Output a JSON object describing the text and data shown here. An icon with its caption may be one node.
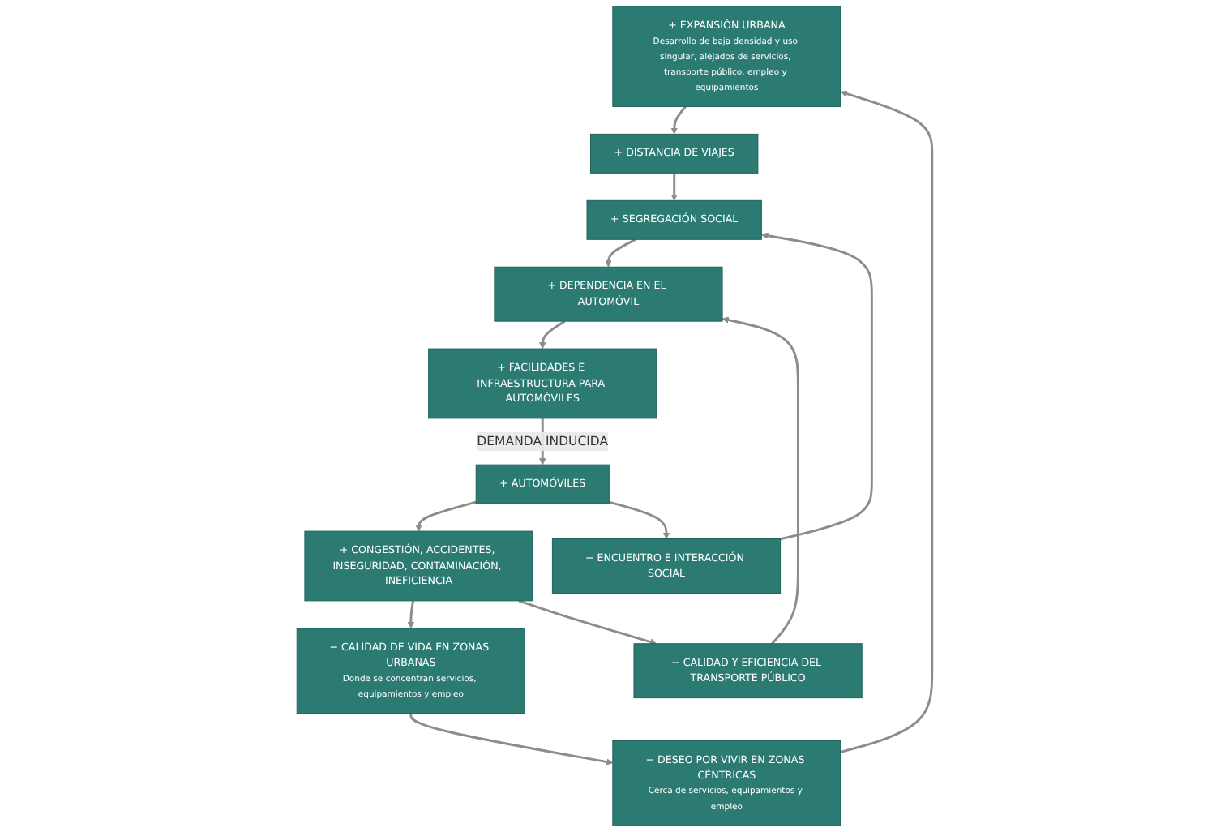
{
  "diagram": {
    "nodes": [
      {
        "text": [
          "+ EXPANSIÓN URBANA",
          "Desarrollo de baja densidad y uso singular, alejados de servicios, transporte público, empleo y equipamientos"
        ]
      },
      {
        "text": [
          "− DESEO POR VIVIR EN ZONAS CÉNTRICAS",
          "Cerca de servicios, equipamientos y empleo"
        ]
      },
      {
        "text": [
          "+ DISTANCIA DE VIAJES"
        ]
      },
      {
        "text": [
          "− CALIDAD Y EFICIENCIA DEL TRANSPORTE PÚBLICO"
        ]
      },
      {
        "text": [
          "+ SEGREGACIÓN SOCIAL"
        ]
      },
      {
        "text": [
          "− CALIDAD DE VIDA EN ZONAS URBANAS",
          "Donde se concentran servicios, equipamientos y empleo"
        ]
      },
      {
        "text": [
          "+ DEPENDENCIA EN EL AUTOMÓVIL"
        ]
      },
      {
        "text": [
          "+ CONGESTIÓN, ACCIDENTES, INSEGURIDAD, CONTAMINACIÓN, INEFICIENCIA"
        ]
      },
      {
        "text": [
          "+ FACILIDADES E INFRAESTRUCTURA PARA AUTOMÓVILES"
        ]
      },
      {
        "text": [
          "− ENCUENTRO E INTERACCIÓN SOCIAL"
        ]
      },
      {
        "text": [
          "+ AUTOMÓVILES"
        ]
      }
    ],
    "edges": [
      {
        "from": 0,
        "to": 2,
        "arrow": "to"
      },
      {
        "from": 2,
        "to": 4,
        "arrow": "to"
      },
      {
        "from": 4,
        "to": 6,
        "arrow": "to"
      },
      {
        "from": 6,
        "to": 8,
        "arrow": "to"
      },
      {
        "from": 8,
        "to": 10,
        "arrow": "to",
        "label": "DEMANDA INDUCIDA"
      },
      {
        "from": 10,
        "to": 7,
        "arrow": "to"
      },
      {
        "from": 10,
        "to": 9,
        "arrow": "to"
      },
      {
        "from": 7,
        "to": 5,
        "arrow": "to"
      },
      {
        "from": 5,
        "to": 1,
        "arrow": "to"
      },
      {
        "from": 1,
        "to": 0,
        "arrow": "to"
      },
      {
        "from": 7,
        "to": 3,
        "arrow": "to"
      },
      {
        "from": 3,
        "to": 6,
        "arrow": "to"
      },
      {
        "from": 9,
        "to": 4,
        "arrow": "to"
      }
    ]
  }
}
